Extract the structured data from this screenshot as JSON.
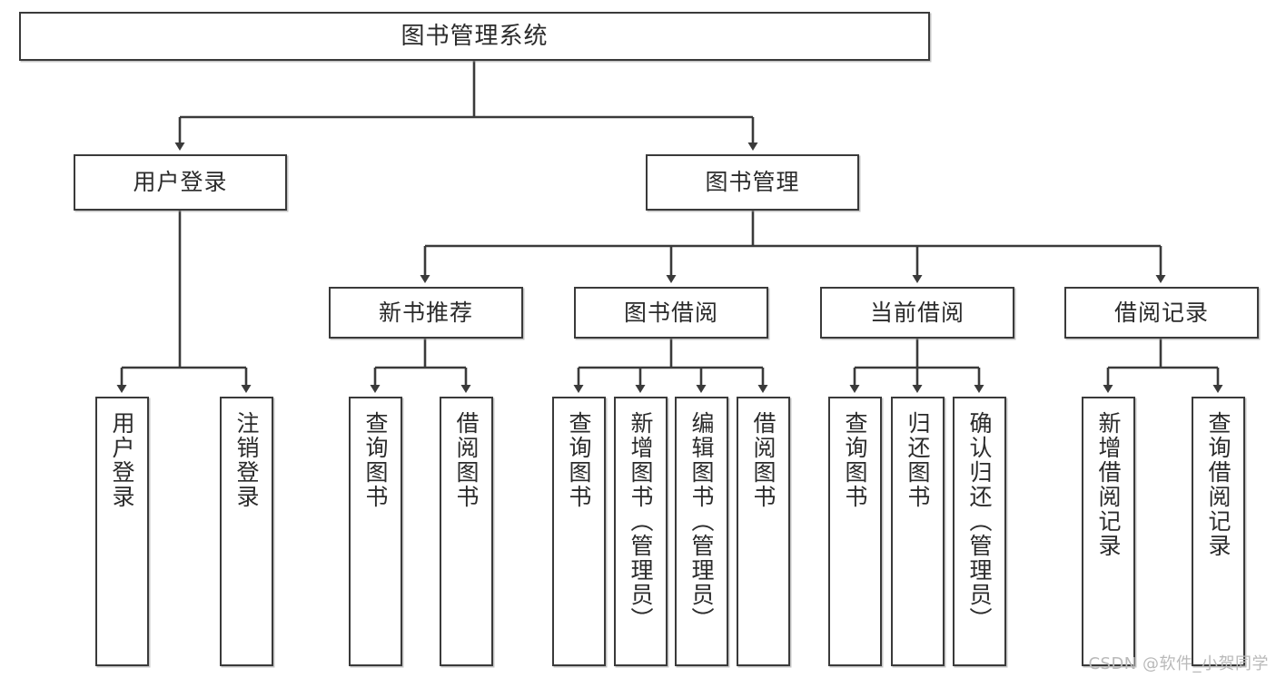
{
  "diagram": {
    "title": "图书管理系统",
    "type": "tree-hierarchy-chart",
    "watermark": "CSDN @软件_小贺同学",
    "colors": {
      "box_border": "#3a3a3a",
      "box_fill": "#ffffff",
      "connector": "#3a3a3a",
      "text": "#2b2b2b",
      "watermark": "#b9b9b9"
    },
    "root": {
      "label": "图书管理系统"
    },
    "level1": [
      {
        "id": "user-login",
        "label": "用户登录"
      },
      {
        "id": "book-manage",
        "label": "图书管理"
      }
    ],
    "level2": [
      {
        "id": "new-book-rec",
        "label": "新书推荐"
      },
      {
        "id": "book-borrow",
        "label": "图书借阅"
      },
      {
        "id": "current-borrow",
        "label": "当前借阅"
      },
      {
        "id": "borrow-record",
        "label": "借阅记录"
      }
    ],
    "leaves": {
      "user_login": [
        {
          "id": "leaf-user-login",
          "label": "用户登录"
        },
        {
          "id": "leaf-user-logout",
          "label": "注销登录"
        }
      ],
      "new_book_rec": [
        {
          "id": "leaf-query-book-1",
          "label": "查询图书"
        },
        {
          "id": "leaf-borrow-book-1",
          "label": "借阅图书"
        }
      ],
      "book_borrow": [
        {
          "id": "leaf-query-book-2",
          "label": "查询图书"
        },
        {
          "id": "leaf-add-book",
          "label": "新增图书（管理员）"
        },
        {
          "id": "leaf-edit-book",
          "label": "编辑图书（管理员）"
        },
        {
          "id": "leaf-borrow-book-2",
          "label": "借阅图书"
        }
      ],
      "current_borrow": [
        {
          "id": "leaf-query-book-3",
          "label": "查询图书"
        },
        {
          "id": "leaf-return-book",
          "label": "归还图书"
        },
        {
          "id": "leaf-confirm-return",
          "label": "确认归还（管理员）"
        }
      ],
      "borrow_record": [
        {
          "id": "leaf-add-record",
          "label": "新增借阅记录"
        },
        {
          "id": "leaf-query-record",
          "label": "查询借阅记录"
        }
      ]
    }
  }
}
